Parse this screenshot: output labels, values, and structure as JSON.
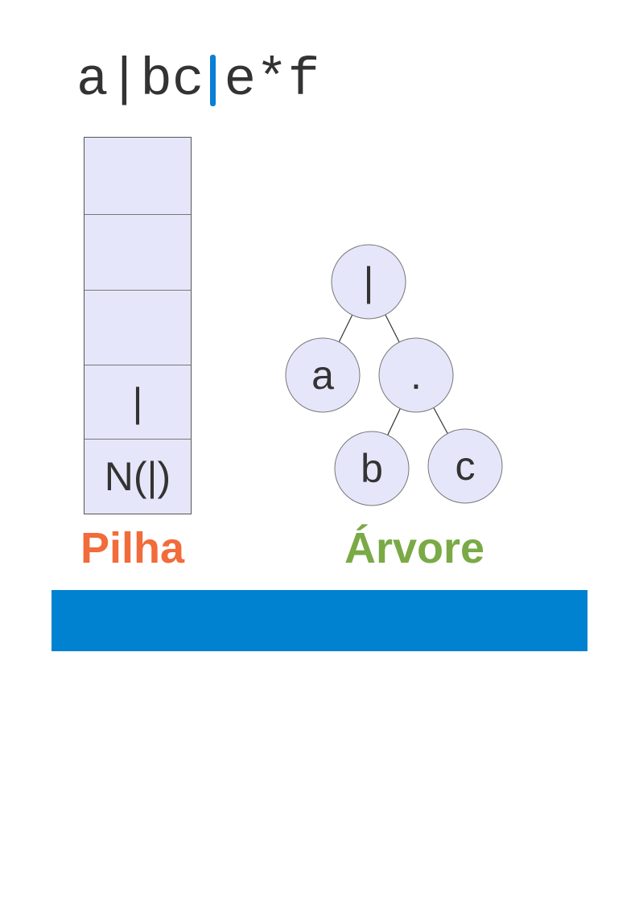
{
  "expression": {
    "before_cursor": "a|bc",
    "after_cursor": "e*f"
  },
  "stack": {
    "cells": [
      "",
      "",
      "",
      "|",
      "N(|)"
    ],
    "label": "Pilha",
    "label_color": "#f26b3a"
  },
  "tree": {
    "label": "Árvore",
    "label_color": "#7aaa46",
    "node_fill": "#e6e6fa",
    "nodes": [
      {
        "id": "root",
        "text": "|"
      },
      {
        "id": "a",
        "text": "a"
      },
      {
        "id": "concat",
        "text": "."
      },
      {
        "id": "b",
        "text": "b"
      },
      {
        "id": "c",
        "text": "c"
      }
    ],
    "edges": [
      [
        "root",
        "a"
      ],
      [
        "root",
        "concat"
      ],
      [
        "concat",
        "b"
      ],
      [
        "concat",
        "c"
      ]
    ]
  },
  "colors": {
    "cursor": "#0a7fd4",
    "band": "#0082d0"
  }
}
